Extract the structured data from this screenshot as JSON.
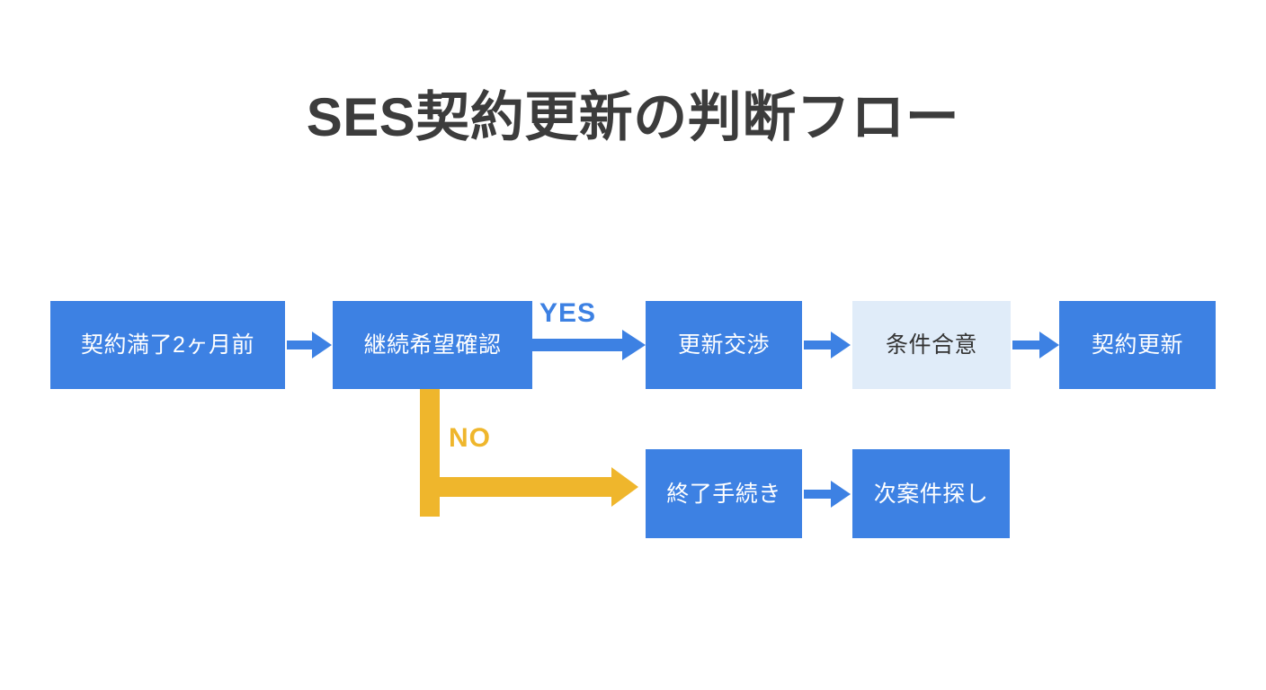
{
  "title": "SES契約更新の判断フロー",
  "colors": {
    "primary_blue": "#3d81e3",
    "soft_blue": "#e0ecf9",
    "branch_orange": "#efb62c",
    "title_text": "#3c3c3c",
    "background": "#ffffff"
  },
  "nodes": {
    "start": "契約満了2ヶ月前",
    "decision": "継続希望確認",
    "renew_negotiation": "更新交渉",
    "terms_agreement": "条件合意",
    "contract_renewal": "契約更新",
    "termination_process": "終了手続き",
    "next_project_search": "次案件探し"
  },
  "branches": {
    "yes": "YES",
    "no": "NO"
  },
  "flow": {
    "top_path": [
      "契約満了2ヶ月前",
      "継続希望確認",
      "更新交渉",
      "条件合意",
      "契約更新"
    ],
    "bottom_path": [
      "継続希望確認",
      "終了手続き",
      "次案件探し"
    ]
  }
}
